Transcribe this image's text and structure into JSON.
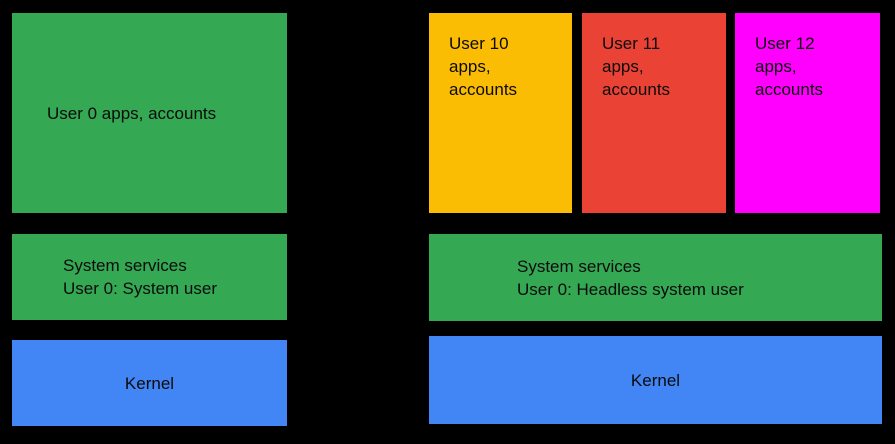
{
  "diagram": {
    "background_color": "#000000",
    "text_color": "#0b0b0b",
    "colors": {
      "green": "#34A853",
      "blue": "#4285F4",
      "yellow": "#FBBC04",
      "red": "#EA4335",
      "magenta": "#FF00FF"
    },
    "left_stack": {
      "apps_label": "User 0 apps, accounts",
      "services_lines": [
        "System services",
        "User 0: System user"
      ],
      "kernel_label": "Kernel"
    },
    "right_stack": {
      "user_boxes": [
        {
          "name": "user-10",
          "lines": [
            "User 10",
            "apps,",
            "accounts"
          ],
          "color": "#FBBC04"
        },
        {
          "name": "user-11",
          "lines": [
            "User 11",
            "apps,",
            "accounts"
          ],
          "color": "#EA4335"
        },
        {
          "name": "user-12",
          "lines": [
            "User 12",
            "apps,",
            "accounts"
          ],
          "color": "#FF00FF"
        }
      ],
      "services_lines": [
        "System services",
        "User 0: Headless system user"
      ],
      "kernel_label": "Kernel"
    }
  }
}
